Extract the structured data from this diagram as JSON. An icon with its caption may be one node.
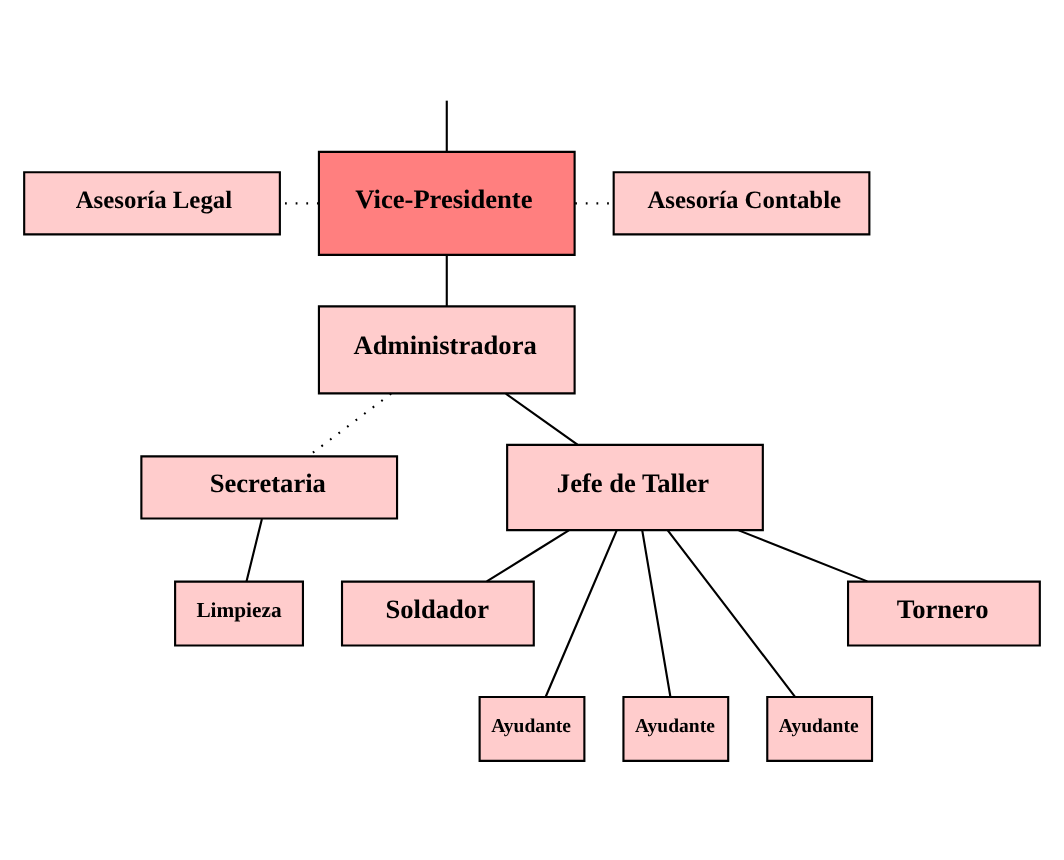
{
  "diagram": {
    "nodes": [
      {
        "text": [
          "Asesoría Legal"
        ]
      },
      {
        "text": [
          "Asesoría Contable"
        ]
      },
      {
        "text": [
          "Vice-Presidente"
        ]
      },
      {
        "text": [
          "Administradora"
        ]
      },
      {
        "text": [
          "Secretaria"
        ]
      },
      {
        "text": [
          "Limpieza"
        ]
      },
      {
        "text": [
          "Jefe de Taller"
        ]
      },
      {
        "text": [
          "Soldador"
        ]
      },
      {
        "text": [
          "Tornero"
        ]
      },
      {
        "text": [
          "Ayudante"
        ]
      },
      {
        "text": [
          "Ayudante"
        ]
      },
      {
        "text": [
          "Ayudante"
        ]
      }
    ],
    "edges": [
      {
        "from": null,
        "to": 2,
        "arrow": "none"
      },
      {
        "from": 2,
        "to": 0,
        "arrow": "none",
        "style": "dashed"
      },
      {
        "from": 2,
        "to": 1,
        "arrow": "none",
        "style": "dashed"
      },
      {
        "from": 2,
        "to": 3,
        "arrow": "none"
      },
      {
        "from": 3,
        "to": 4,
        "arrow": "none",
        "style": "dashed"
      },
      {
        "from": 3,
        "to": 6,
        "arrow": "none"
      },
      {
        "from": 4,
        "to": 5,
        "arrow": "none"
      },
      {
        "from": 6,
        "to": 7,
        "arrow": "none"
      },
      {
        "from": 6,
        "to": 9,
        "arrow": "none"
      },
      {
        "from": 6,
        "to": 10,
        "arrow": "none"
      },
      {
        "from": 6,
        "to": 11,
        "arrow": "none"
      },
      {
        "from": 6,
        "to": 8,
        "arrow": "none"
      }
    ]
  }
}
